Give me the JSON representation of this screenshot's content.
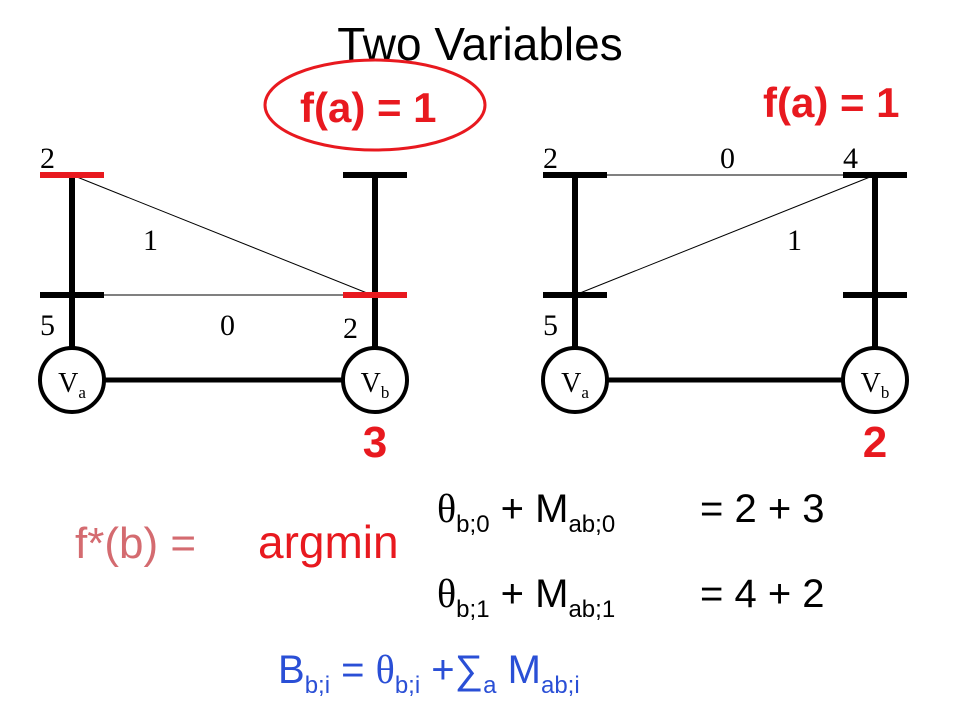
{
  "title": "Two Variables",
  "left_panel": {
    "fa_label": "f(a) = 1",
    "va_top_value": "2",
    "va_bottom_value": "5",
    "vb_bottom_value": "2",
    "edge_cost_top": "1",
    "edge_cost_bottom": "0",
    "va_name": "V",
    "va_sub": "a",
    "vb_name": "V",
    "vb_sub": "b",
    "message_total": "3"
  },
  "right_panel": {
    "fa_label": "f(a) = 1",
    "va_top_value": "2",
    "va_bottom_value": "5",
    "vb_top_value": "4",
    "edge_cost_top": "0",
    "edge_cost_diag": "1",
    "va_name": "V",
    "va_sub": "a",
    "vb_name": "V",
    "vb_sub": "b",
    "message_total": "2"
  },
  "formula": {
    "fstar": "f*(b) =",
    "argmin": "argmin",
    "theta": "θ",
    "plus_m": " + M",
    "row0_sub1": "b;0",
    "row0_sub2": "ab;0",
    "row0_result": "=  2 + 3",
    "row1_sub1": "b;1",
    "row1_sub2": "ab;1",
    "row1_result": "=  4 + 2",
    "belief_B": "B",
    "belief_sub_b": "b;i",
    "belief_eq": " = ",
    "belief_theta": "θ",
    "belief_sub_theta": "b;i",
    "belief_plus_sum": " +∑",
    "belief_sub_a": "a",
    "belief_M": " M",
    "belief_sub_m": "ab;i"
  },
  "colors": {
    "highlight_red": "#e8191f",
    "formula_pink": "#d46b70",
    "belief_blue": "#2a4fd6",
    "ink": "#000000"
  }
}
